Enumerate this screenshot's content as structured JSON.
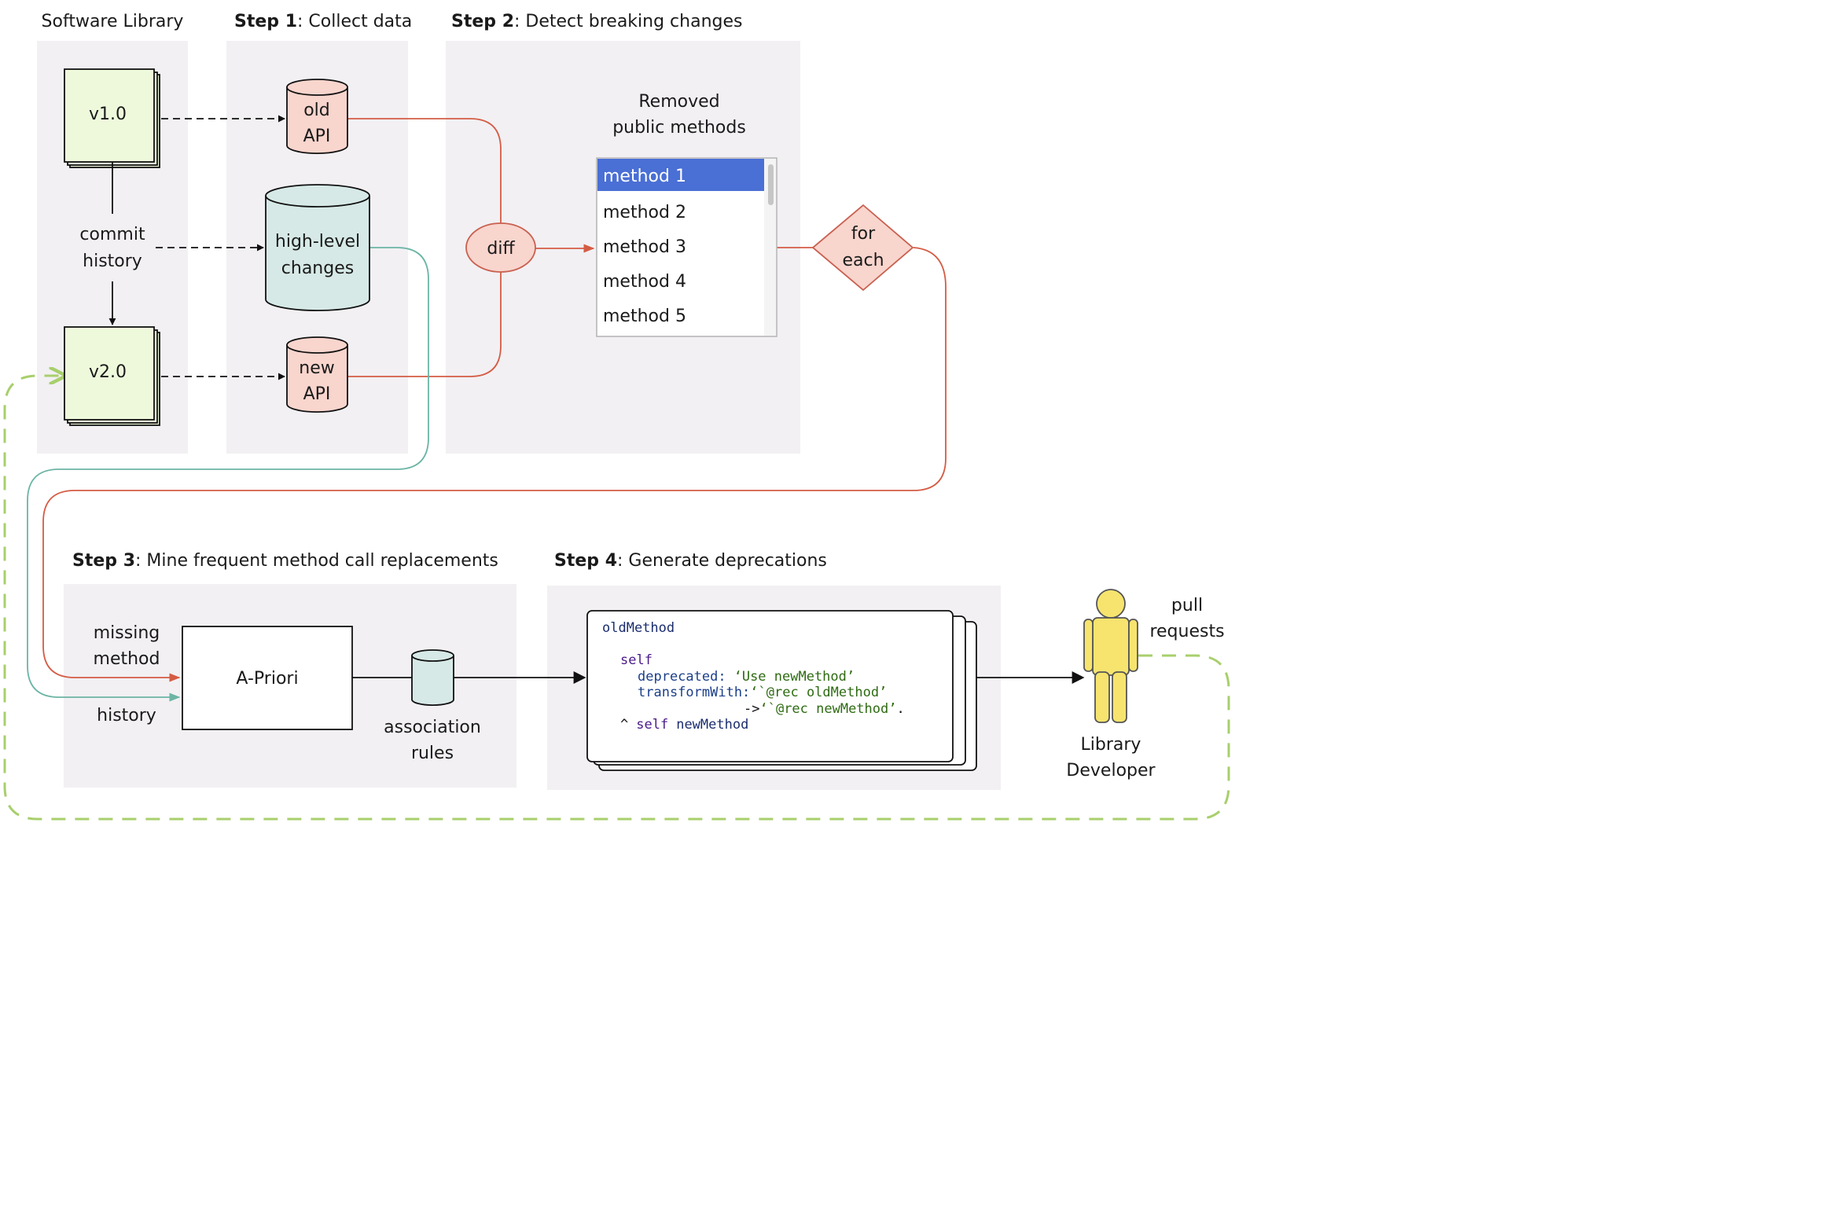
{
  "headers": {
    "library": "Software Library",
    "step1": {
      "bold": "Step 1",
      "rest": ": Collect data"
    },
    "step2": {
      "bold": "Step 2",
      "rest": ": Detect breaking changes"
    },
    "step3": {
      "bold": "Step 3",
      "rest": ": Mine frequent method call replacements"
    },
    "step4": {
      "bold": "Step 4",
      "rest": ": Generate deprecations"
    }
  },
  "library": {
    "v1": "v1.0",
    "v2": "v2.0",
    "commit_line1": "commit",
    "commit_line2": "history"
  },
  "collect": {
    "old_line1": "old",
    "old_line2": "API",
    "hl_line1": "high-level",
    "hl_line2": "changes",
    "new_line1": "new",
    "new_line2": "API"
  },
  "detect": {
    "diff": "diff",
    "removed_line1": "Removed",
    "removed_line2": "public methods",
    "methods": [
      "method 1",
      "method 2",
      "method 3",
      "method 4",
      "method 5"
    ],
    "foreach_line1": "for",
    "foreach_line2": "each"
  },
  "mine": {
    "missing_line1": "missing",
    "missing_line2": "method",
    "history": "history",
    "apriori": "A-Priori",
    "rules_line1": "association",
    "rules_line2": "rules"
  },
  "generate": {
    "code": {
      "l1": "oldMethod",
      "l2": "self",
      "l3_key": "deprecated:",
      "l3_val": "‘Use newMethod’",
      "l4_key": "transformWith:",
      "l4_val": "‘`@rec oldMethod’",
      "l5_arrow": "->",
      "l5_val": "‘`@rec newMethod’",
      "l5_end": ".",
      "l6_caret": "^",
      "l6_self": "self",
      "l6_call": "newMethod"
    }
  },
  "developer": {
    "line1": "Library",
    "line2": "Developer",
    "pull_line1": "pull",
    "pull_line2": "requests"
  },
  "colors": {
    "panel": "#f2f0f3",
    "version_fill": "#eef9dc",
    "api_fill": "#f8d5cd",
    "api_stroke": "#c9604f",
    "hl_fill": "#d6e9e6",
    "red_flow": "#d45c44",
    "teal_flow": "#6bb5a5",
    "green_loop": "#a8cf6c",
    "selected": "#4a6fd5",
    "person": "#f7e46e"
  }
}
